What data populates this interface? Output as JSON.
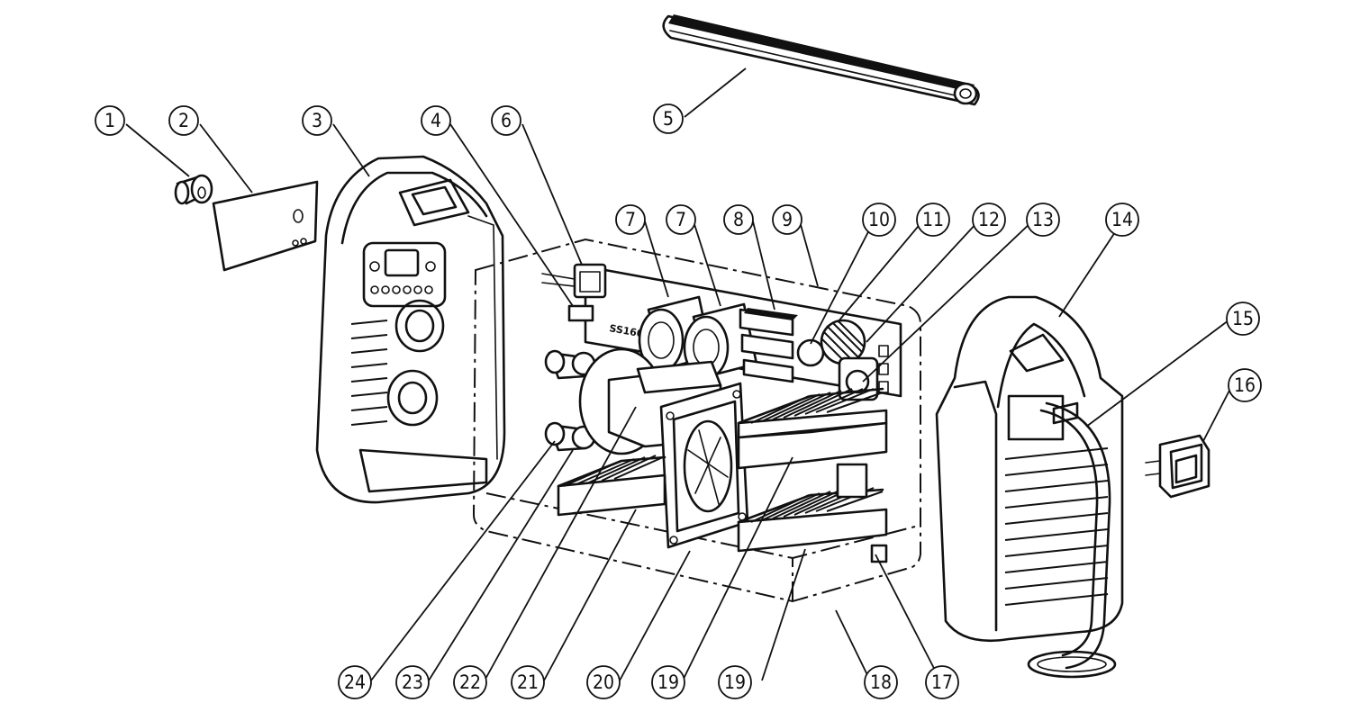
{
  "callouts": [
    {
      "id": "c1",
      "label": "1"
    },
    {
      "id": "c2",
      "label": "2"
    },
    {
      "id": "c3",
      "label": "3"
    },
    {
      "id": "c4",
      "label": "4"
    },
    {
      "id": "c5",
      "label": "5"
    },
    {
      "id": "c6",
      "label": "6"
    },
    {
      "id": "c7a",
      "label": "7"
    },
    {
      "id": "c7b",
      "label": "7"
    },
    {
      "id": "c8",
      "label": "8"
    },
    {
      "id": "c9",
      "label": "9"
    },
    {
      "id": "c10",
      "label": "10"
    },
    {
      "id": "c11",
      "label": "11"
    },
    {
      "id": "c12",
      "label": "12"
    },
    {
      "id": "c13",
      "label": "13"
    },
    {
      "id": "c14",
      "label": "14"
    },
    {
      "id": "c15",
      "label": "15"
    },
    {
      "id": "c16",
      "label": "16"
    },
    {
      "id": "c17",
      "label": "17"
    },
    {
      "id": "c18",
      "label": "18"
    },
    {
      "id": "c19a",
      "label": "19"
    },
    {
      "id": "c19b",
      "label": "19"
    },
    {
      "id": "c20",
      "label": "20"
    },
    {
      "id": "c21",
      "label": "21"
    },
    {
      "id": "c22",
      "label": "22"
    },
    {
      "id": "c23",
      "label": "23"
    },
    {
      "id": "c24",
      "label": "24"
    }
  ],
  "pcb_marking": "SS160",
  "colors": {
    "ink": "#111111",
    "background": "#ffffff"
  }
}
